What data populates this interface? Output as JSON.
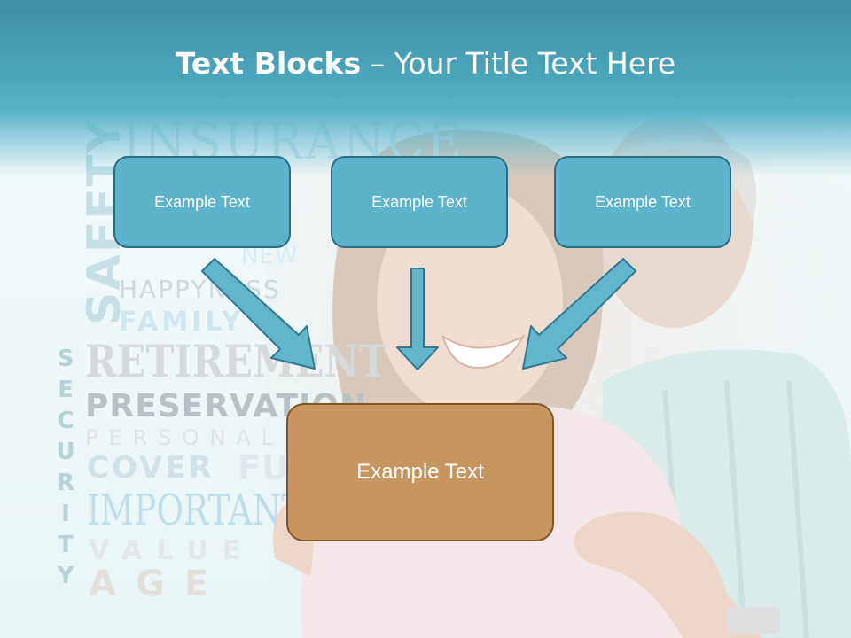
{
  "slide": {
    "title_bold": "Text Blocks",
    "title_dash": " – ",
    "title_rest": "Your Title Text Here"
  },
  "blocks": {
    "top_left": "Example Text",
    "top_center": "Example Text",
    "top_right": "Example Text",
    "main": "Example Text"
  },
  "background_words": {
    "insurance": "INSURANCE",
    "new": "NEW",
    "happiness": "HAPPYNESS",
    "family": "FAMILY",
    "retirement": "RETIREMENT",
    "preservation": "PRESERVATION",
    "personal": "PERSONAL",
    "cover": "COVER",
    "future": "FUTURE",
    "important": "IMPORTANT",
    "value": "VALUE",
    "age": "AGE",
    "safety": "SAFETY",
    "security": "SECURITY"
  },
  "colors": {
    "header": "#4ba6bd",
    "block_fill": "#5cb3cb",
    "block_border": "#2b6d82",
    "main_fill": "#c9955f",
    "main_border": "#7e5525",
    "arrow_fill": "#62b6cc",
    "arrow_stroke": "#2f7a90"
  }
}
